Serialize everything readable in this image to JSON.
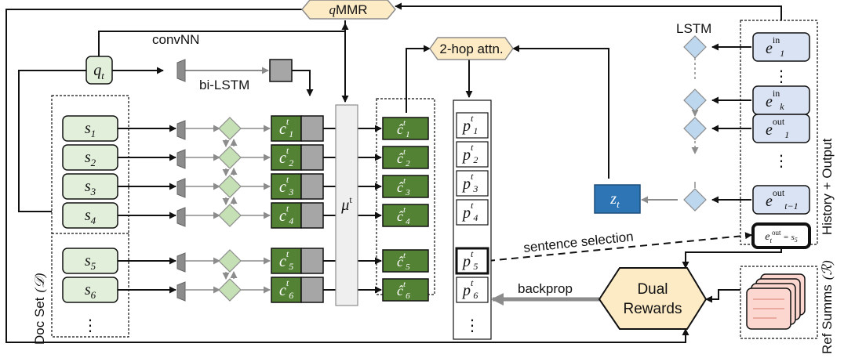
{
  "labels": {
    "qmmr_q": "q",
    "qmmr_rest": "MMR",
    "convnn": "convNN",
    "bilstm": "bi-LSTM",
    "lstm": "LSTM",
    "hop_attn": "2-hop attn.",
    "qt": "q",
    "qt_sub": "t",
    "mu": "μ",
    "mu_sup": "t",
    "zt": "z",
    "zt_sub": "t",
    "sentence_selection": "sentence selection",
    "backprop": "backprop",
    "dual": "Dual",
    "rewards": "Rewards",
    "docset": "Doc Set",
    "docset_sym": "(𝒟)",
    "refsumms": "Ref Summs",
    "refsumms_sym": "(ℛ)",
    "history_output": "History + Output",
    "ellipsis": "⋮"
  },
  "sentences": [
    {
      "sym": "s",
      "sub": "1"
    },
    {
      "sym": "s",
      "sub": "2"
    },
    {
      "sym": "s",
      "sub": "3"
    },
    {
      "sym": "s",
      "sub": "4"
    },
    {
      "sym": "s",
      "sub": "5"
    },
    {
      "sym": "s",
      "sub": "6"
    }
  ],
  "c_boxes": [
    {
      "sym": "c",
      "sub": "1",
      "sup": "t"
    },
    {
      "sym": "c",
      "sub": "2",
      "sup": "t"
    },
    {
      "sym": "c",
      "sub": "3",
      "sup": "t"
    },
    {
      "sym": "c",
      "sub": "4",
      "sup": "t"
    },
    {
      "sym": "c",
      "sub": "5",
      "sup": "t"
    },
    {
      "sym": "c",
      "sub": "6",
      "sup": "t"
    }
  ],
  "chat_boxes": [
    {
      "sym": "ĉ",
      "sub": "1",
      "sup": "t"
    },
    {
      "sym": "ĉ",
      "sub": "2",
      "sup": "t"
    },
    {
      "sym": "ĉ",
      "sub": "3",
      "sup": "t"
    },
    {
      "sym": "ĉ",
      "sub": "4",
      "sup": "t"
    },
    {
      "sym": "ĉ",
      "sub": "5",
      "sup": "t"
    },
    {
      "sym": "ĉ",
      "sub": "6",
      "sup": "t"
    }
  ],
  "p_boxes": [
    {
      "sym": "p",
      "sub": "1",
      "sup": "t"
    },
    {
      "sym": "p",
      "sub": "2",
      "sup": "t"
    },
    {
      "sym": "p",
      "sub": "3",
      "sup": "t"
    },
    {
      "sym": "p",
      "sub": "4",
      "sup": "t"
    },
    {
      "sym": "p",
      "sub": "5",
      "sup": "t"
    },
    {
      "sym": "p",
      "sub": "6",
      "sup": "t"
    }
  ],
  "history": [
    {
      "sym": "e",
      "sub": "1",
      "sup": "in"
    },
    {
      "sym": "e",
      "sub": "k",
      "sup": "in"
    },
    {
      "sym": "e",
      "sub": "1",
      "sup": "out"
    },
    {
      "sym": "e",
      "sub": "t−1",
      "sup": "out"
    }
  ],
  "selected": {
    "sym": "e",
    "sub": "t",
    "sup": "out",
    "eq": " = s",
    "eq_sub": "5"
  }
}
